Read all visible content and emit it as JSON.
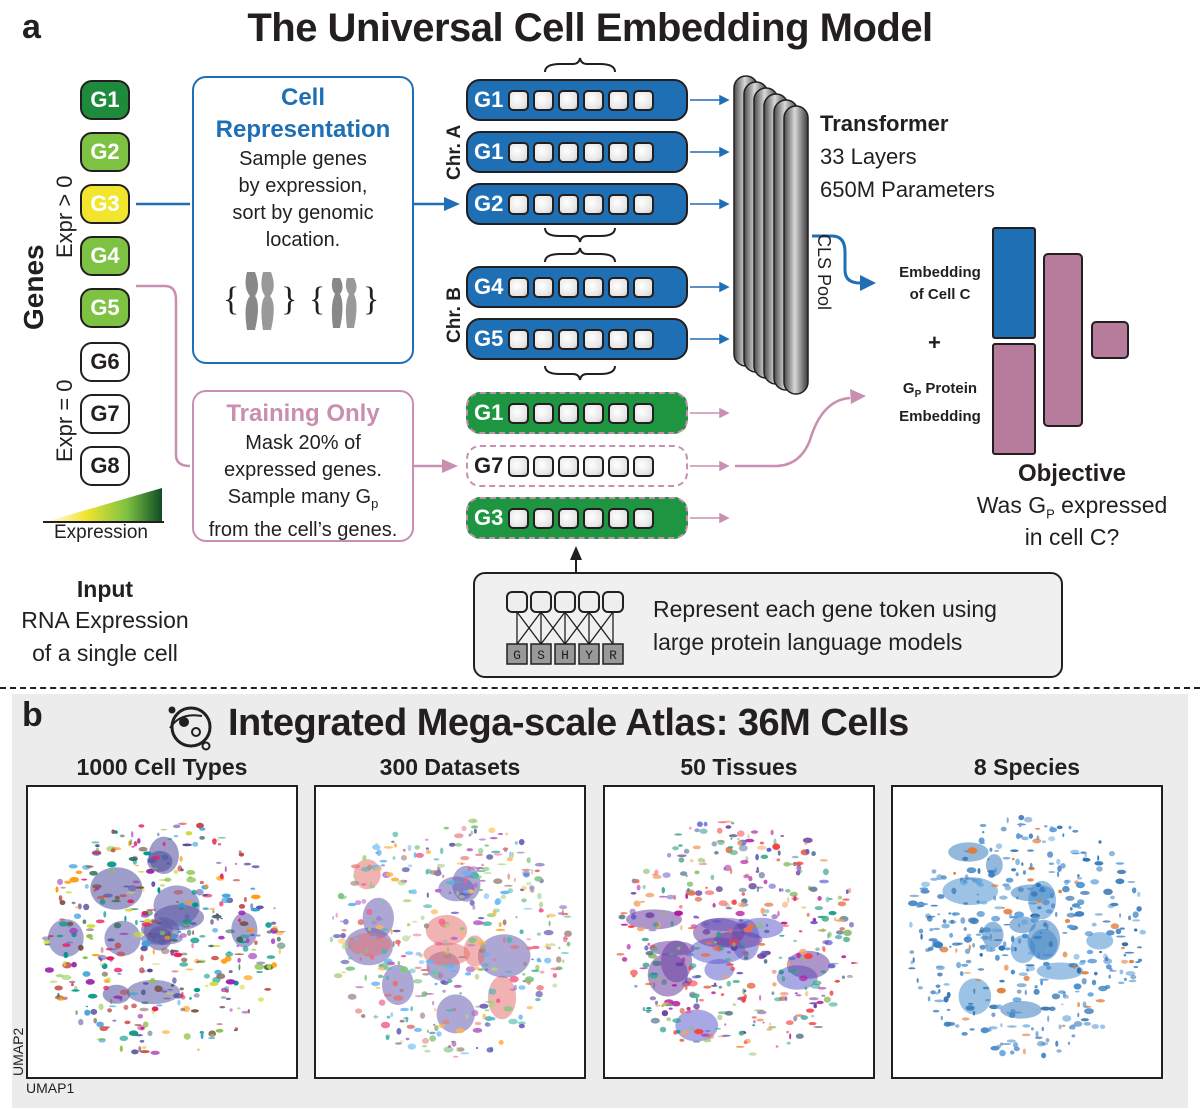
{
  "panel_a": {
    "letter": "a",
    "title": "The Universal Cell Embedding Model",
    "genes_label": "Genes",
    "expr_pos_label": "Expr > 0",
    "expr_zero_label": "Expr = 0",
    "expression_label": "Expression",
    "genes": [
      {
        "label": "G1",
        "color": "#1e8a3c"
      },
      {
        "label": "G2",
        "color": "#7dc242"
      },
      {
        "label": "G3",
        "color": "#f2e52d"
      },
      {
        "label": "G4",
        "color": "#7dc242"
      },
      {
        "label": "G5",
        "color": "#7dc242"
      },
      {
        "label": "G6",
        "color": "#ffffff"
      },
      {
        "label": "G7",
        "color": "#ffffff"
      },
      {
        "label": "G8",
        "color": "#ffffff"
      }
    ],
    "input": {
      "title": "Input",
      "line1": "RNA Expression",
      "line2": "of a single cell"
    },
    "cell_rep": {
      "title1": "Cell",
      "title2": "Representation",
      "lines": [
        "Sample genes",
        "by expression,",
        "sort by genomic",
        "location."
      ]
    },
    "training": {
      "title": "Training Only",
      "lines": [
        "Mask 20% of",
        "expressed genes.",
        "Sample many G",
        "from the cell’s genes."
      ],
      "gp_sub": "p"
    },
    "chr_a": "Chr. A",
    "chr_b": "Chr. B",
    "tokens_blue": [
      "G1",
      "G1",
      "G2",
      "G4",
      "G5"
    ],
    "tokens_train": [
      "G1",
      "G7",
      "G3"
    ],
    "transformer": {
      "title": "Transformer",
      "line1": "33 Layers",
      "line2": "650M Parameters"
    },
    "cls_pool": "CLS Pool",
    "embedding_cell": {
      "line1": "Embedding",
      "line2": "of Cell C"
    },
    "plus": "+",
    "gp_protein": {
      "g": "G",
      "sub": "P",
      "line1": " Protein",
      "line2": "Embedding"
    },
    "objective": {
      "title": "Objective",
      "line1a": "Was G",
      "sub": "P",
      "line1b": " expressed",
      "line2": "in cell C?"
    },
    "protein_model": {
      "line1": "Represent each gene token using",
      "line2": "large protein language models",
      "letters": [
        "G",
        "S",
        "H",
        "Y",
        "R"
      ]
    },
    "colors": {
      "blue": "#1f6fb5",
      "pink": "#c88fb0",
      "green": "#1e9540",
      "objective_pink": "#b77b9c"
    }
  },
  "panel_b": {
    "letter": "b",
    "title": "Integrated Mega-scale Atlas: 36M Cells",
    "umaps": [
      {
        "title": "1000 Cell Types"
      },
      {
        "title": "300 Datasets"
      },
      {
        "title": "50 Tissues"
      },
      {
        "title": "8 Species"
      }
    ],
    "xlabel": "UMAP1",
    "ylabel": "UMAP2"
  }
}
